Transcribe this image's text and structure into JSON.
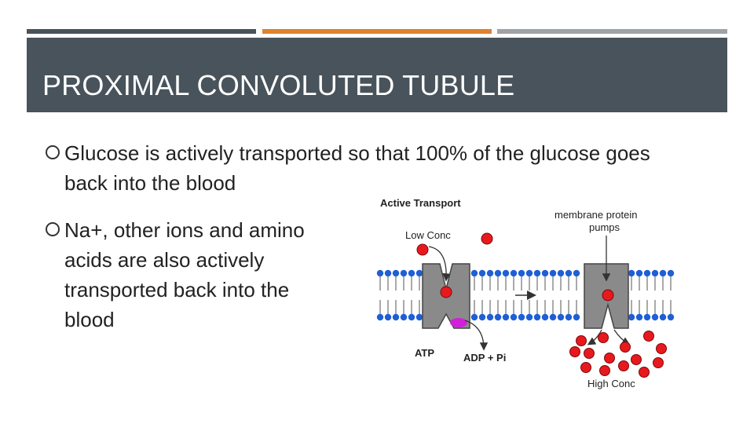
{
  "slide": {
    "title": "PROXIMAL CONVOLUTED TUBULE",
    "bullets": [
      "Glucose is actively transported so that 100% of the glucose goes back into the blood",
      "Na+, other ions and amino acids are also actively transported back into the blood"
    ]
  },
  "diagram": {
    "heading": "Active Transport",
    "low_conc": "Low Conc",
    "pump_label_1": "membrane protein",
    "pump_label_2": "pumps",
    "atp": "ATP",
    "adp": "ADP + Pi",
    "high_conc": "High Conc",
    "colors": {
      "molecule": "#e8191e",
      "membrane": "#1f5fd6",
      "pump": "#8a8a8a",
      "atp": "#d020d8"
    }
  }
}
